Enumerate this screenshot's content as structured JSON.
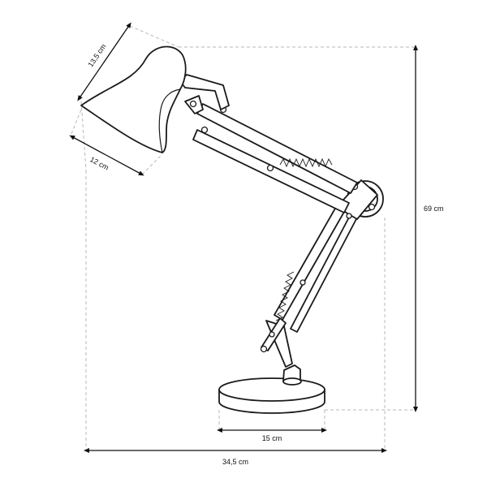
{
  "dimensions": {
    "shade_height": "13,5 cm",
    "shade_width": "12 cm",
    "total_height": "69 cm",
    "base_diameter": "15 cm",
    "total_width": "34,5 cm"
  }
}
